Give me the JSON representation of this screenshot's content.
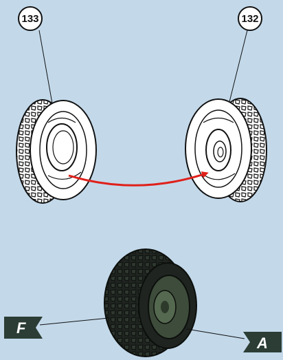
{
  "parts": {
    "left_part_number": "133",
    "right_part_number": "132"
  },
  "markers": {
    "left_flag": "F",
    "right_flag": "A"
  },
  "colors": {
    "background": "#c3d9ea",
    "arrow": "#e0201a",
    "flag": "#2b3d35",
    "tire": "#1f2420",
    "hub": "#3e4d3b"
  }
}
